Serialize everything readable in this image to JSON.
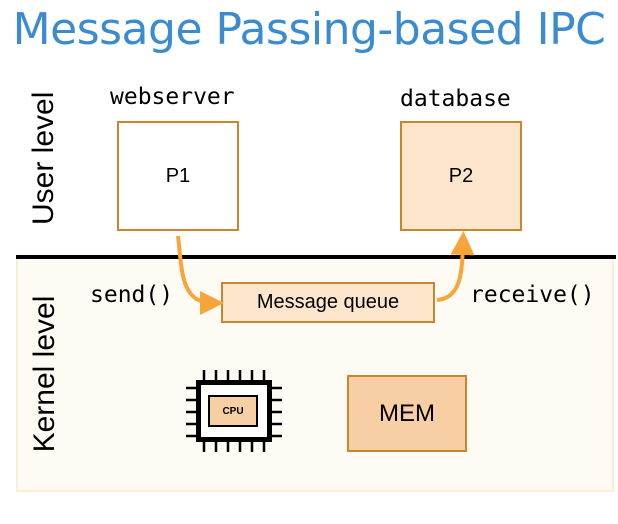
{
  "title": "Message Passing-based IPC",
  "levels": {
    "user": "User level",
    "kernel": "Kernel level"
  },
  "processes": {
    "p1": {
      "caption": "webserver",
      "label": "P1"
    },
    "p2": {
      "caption": "database",
      "label": "P2"
    }
  },
  "calls": {
    "send": "send()",
    "receive": "receive()"
  },
  "kernel": {
    "queue_label": "Message queue",
    "cpu_label": "CPU",
    "mem_label": "MEM"
  },
  "colors": {
    "title": "#3b8bd0",
    "box_border": "#c9862b",
    "box_fill": "#fde6cc",
    "mem_fill": "#f8cfa4",
    "arrow": "#f7a53b",
    "kernel_bg": "#fefbf4"
  }
}
